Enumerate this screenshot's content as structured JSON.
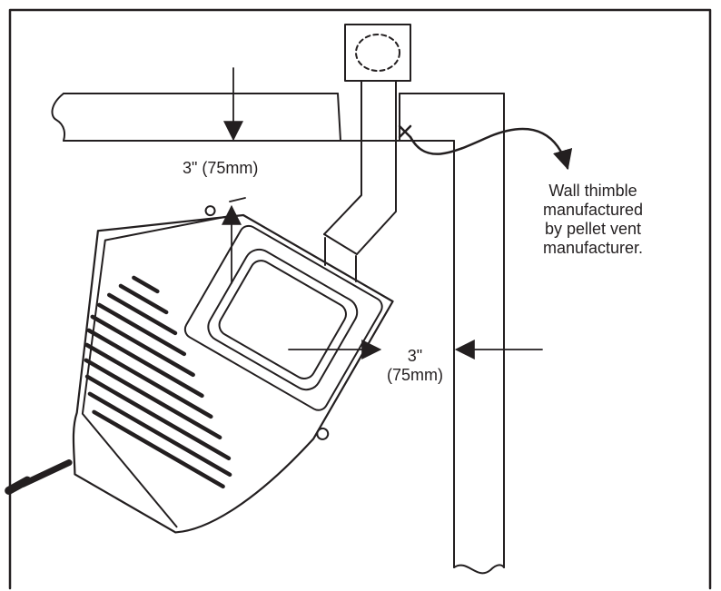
{
  "diagram": {
    "labels": {
      "top_clearance": "3\" (75mm)",
      "side_clearance_line1": "3\"",
      "side_clearance_line2": "(75mm)",
      "thimble_line1": "Wall thimble",
      "thimble_line2": "manufactured",
      "thimble_line3": "by pellet vent",
      "thimble_line4": "manufacturer."
    },
    "colors": {
      "ink": "#231f20",
      "background": "#ffffff"
    }
  }
}
